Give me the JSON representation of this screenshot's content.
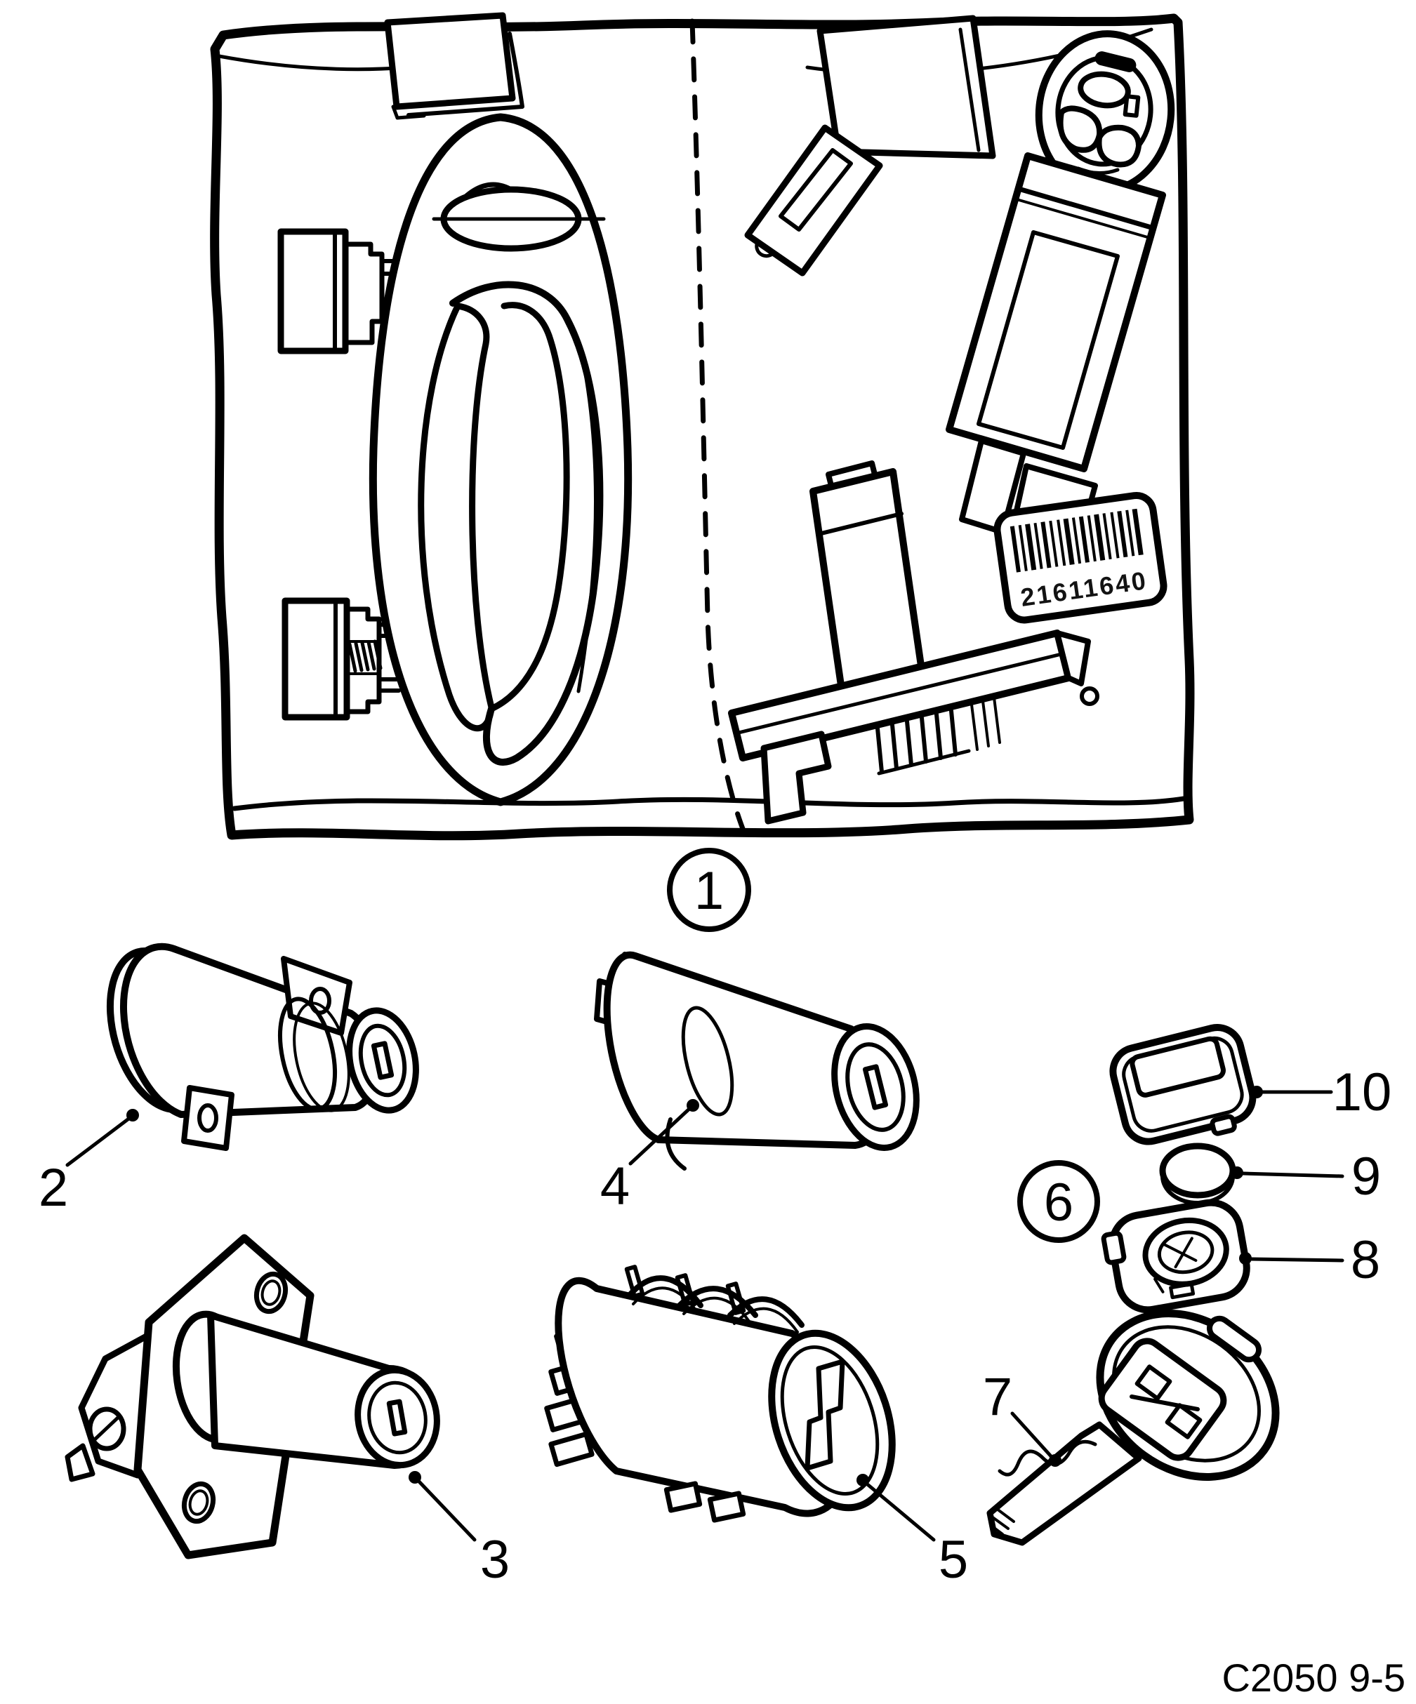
{
  "figure": {
    "code": "C2050 9-5",
    "barcode_text": "21611640"
  },
  "callouts": {
    "c1": "1",
    "c2": "2",
    "c3": "3",
    "c4": "4",
    "c5": "5",
    "c6": "6",
    "c7": "7",
    "c8": "8",
    "c9": "9",
    "c10": "10"
  }
}
